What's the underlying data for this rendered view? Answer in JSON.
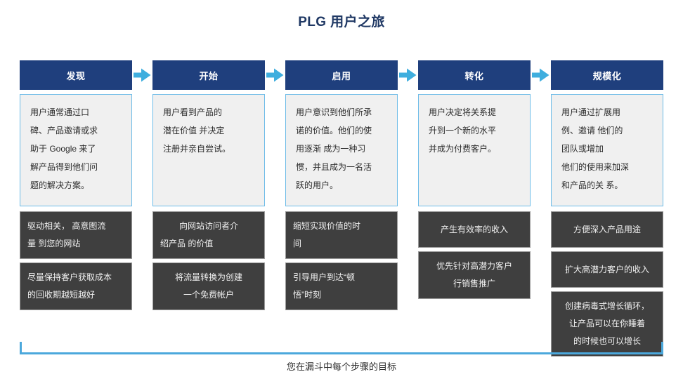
{
  "page": {
    "title": "PLG 用户之旅",
    "caption": "您在漏斗中每个步骤的目标",
    "title_color": "#1F3864",
    "header_color": "#1F3F7D",
    "arrow_color": "#3FAEDE",
    "desc_border_color": "#6DBCE8",
    "desc_fill_color": "#F0F0F0",
    "goal_fill_color": "#3F3F3F",
    "bracket_color": "#4BA8DC"
  },
  "arrow": {
    "icon": "arrow-right-icon"
  },
  "stages": [
    {
      "header": "发现",
      "description": "用户通常通过口碑、产品邀请或求助于 Google 来了解产品得到他们问题的解决方案。",
      "desc_lines": [
        "用户通常通过口",
        "碑、产品邀请或求",
        "助于 Google 来了",
        "解产品得到他们问",
        "题的解决方案。"
      ],
      "goals": [
        {
          "text": "驱动相关， 高意图流量 到您的网站",
          "lines": [
            "驱动相关， 高意图流",
            "量 到您的网站"
          ],
          "align": "left"
        },
        {
          "text": "尽量保持客户获取成本的回收期越短越好",
          "lines": [
            "尽量保持客户获取成本",
            "的回收期越短越好"
          ],
          "align": "left"
        }
      ]
    },
    {
      "header": "开始",
      "description": "用户看到产品的潜在价值 并决定注册并亲自尝试。",
      "desc_lines": [
        "用户看到产品的",
        "潜在价值 并决定",
        "注册并亲自尝试。"
      ],
      "goals": [
        {
          "text": "向网站访问者介绍产品 的价值",
          "lines": [
            "向网站访问者介",
            "绍产品 的价值"
          ],
          "align": "center-first"
        },
        {
          "text": "将流量转换为创建一个免费帐户",
          "lines": [
            "将流量转换为创建",
            "一个免费帐户"
          ],
          "align": "center"
        }
      ]
    },
    {
      "header": "启用",
      "description": "用户意识到他们所承诺的价值。他们的使用逐渐 成为一种习惯，并且成为一名活跃的用户。",
      "desc_lines": [
        "用户意识到他们所承",
        "诺的价值。他们的使",
        "用逐渐 成为一种习",
        "惯，并且成为一名活",
        "跃的用户。"
      ],
      "goals": [
        {
          "text": "缩短实现价值的时间",
          "lines": [
            "缩短实现价值的时",
            "间"
          ],
          "align": "left"
        },
        {
          "text": "引导用户到达“顿悟”时刻",
          "lines": [
            "引导用户到达“顿",
            "悟”时刻"
          ],
          "align": "left"
        }
      ]
    },
    {
      "header": "转化",
      "description": "用户决定将关系提升到一个新的水平并成为付费客户。",
      "desc_lines": [
        "用户决定将关系提",
        "升到一个新的水平",
        "并成为付费客户。"
      ],
      "goals": [
        {
          "text": "产生有效率的收入",
          "lines": [
            "产生有效率的收入"
          ],
          "align": "center"
        },
        {
          "text": "优先针对高潜力客户行销售推广",
          "lines": [
            "优先针对高潜力客户",
            "行销售推广"
          ],
          "align": "center"
        }
      ]
    },
    {
      "header": "规模化",
      "description": "用户通过扩展用例、邀请 他们的团队或增加他们的使用来加深和产品的关 系。",
      "desc_lines": [
        "用户通过扩展用",
        "例、邀请 他们的",
        "团队或增加",
        "他们的使用来加深",
        "和产品的关 系。"
      ],
      "goals": [
        {
          "text": "方便深入产品用途",
          "lines": [
            "方便深入产品用途"
          ],
          "align": "center"
        },
        {
          "text": "扩大高潜力客户的收入",
          "lines": [
            "扩大高潜力客户的收入"
          ],
          "align": "center"
        },
        {
          "text": "创建病毒式增长循环，让产品可以在你睡着的时候也可以增长",
          "lines": [
            "创建病毒式增长循环，",
            "让产品可以在你睡着",
            "的时候也可以增长"
          ],
          "align": "center"
        }
      ]
    }
  ]
}
